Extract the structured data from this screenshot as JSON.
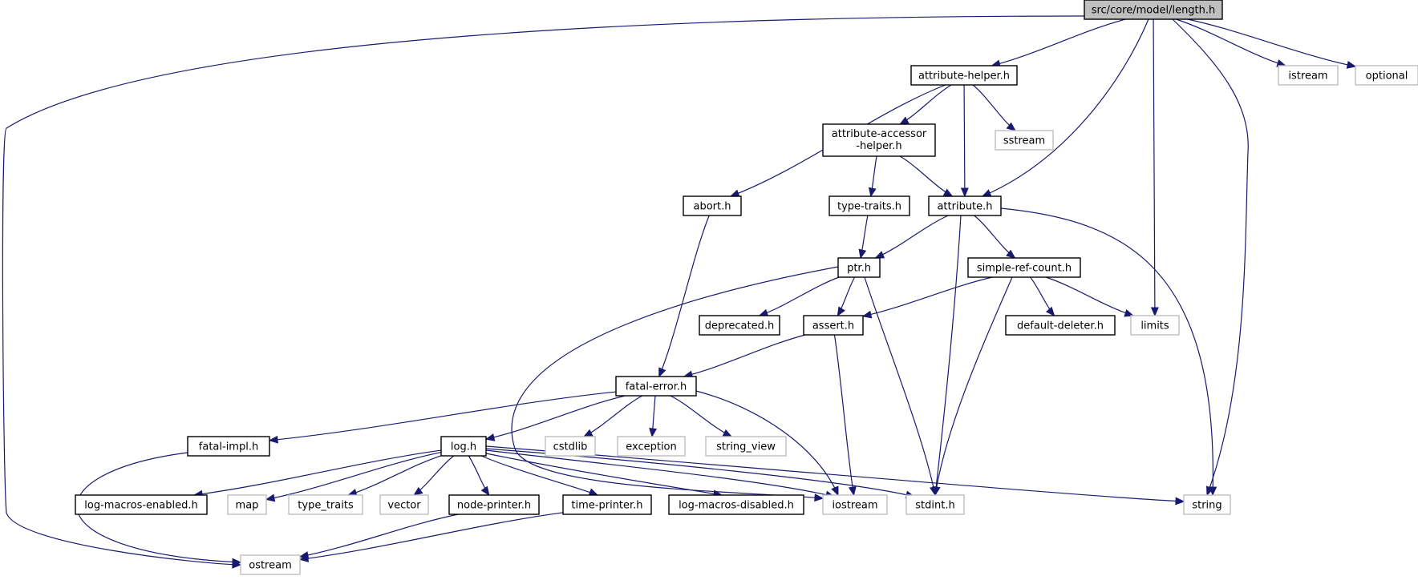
{
  "nodes": [
    {
      "id": "length_h",
      "label": "src/core/model/length.h",
      "kind": "root"
    },
    {
      "id": "attribute_helper_h",
      "label": "attribute-helper.h",
      "kind": "header"
    },
    {
      "id": "istream",
      "label": "istream",
      "kind": "system"
    },
    {
      "id": "optional",
      "label": "optional",
      "kind": "system"
    },
    {
      "id": "attribute_accessor_helper_h",
      "label": "attribute-accessor\n-helper.h",
      "kind": "header"
    },
    {
      "id": "sstream",
      "label": "sstream",
      "kind": "system"
    },
    {
      "id": "abort_h",
      "label": "abort.h",
      "kind": "header"
    },
    {
      "id": "type_traits_h",
      "label": "type-traits.h",
      "kind": "header"
    },
    {
      "id": "attribute_h",
      "label": "attribute.h",
      "kind": "header"
    },
    {
      "id": "ptr_h",
      "label": "ptr.h",
      "kind": "header"
    },
    {
      "id": "simple_ref_count_h",
      "label": "simple-ref-count.h",
      "kind": "header"
    },
    {
      "id": "deprecated_h",
      "label": "deprecated.h",
      "kind": "header"
    },
    {
      "id": "assert_h",
      "label": "assert.h",
      "kind": "header"
    },
    {
      "id": "default_deleter_h",
      "label": "default-deleter.h",
      "kind": "header"
    },
    {
      "id": "limits",
      "label": "limits",
      "kind": "system"
    },
    {
      "id": "fatal_error_h",
      "label": "fatal-error.h",
      "kind": "header"
    },
    {
      "id": "fatal_impl_h",
      "label": "fatal-impl.h",
      "kind": "header"
    },
    {
      "id": "log_h",
      "label": "log.h",
      "kind": "header"
    },
    {
      "id": "cstdlib",
      "label": "cstdlib",
      "kind": "system"
    },
    {
      "id": "exception",
      "label": "exception",
      "kind": "system"
    },
    {
      "id": "string_view",
      "label": "string_view",
      "kind": "system"
    },
    {
      "id": "log_macros_enabled_h",
      "label": "log-macros-enabled.h",
      "kind": "header"
    },
    {
      "id": "map",
      "label": "map",
      "kind": "system"
    },
    {
      "id": "type_traits",
      "label": "type_traits",
      "kind": "system"
    },
    {
      "id": "vector",
      "label": "vector",
      "kind": "system"
    },
    {
      "id": "node_printer_h",
      "label": "node-printer.h",
      "kind": "header"
    },
    {
      "id": "time_printer_h",
      "label": "time-printer.h",
      "kind": "header"
    },
    {
      "id": "log_macros_disabled_h",
      "label": "log-macros-disabled.h",
      "kind": "header"
    },
    {
      "id": "iostream",
      "label": "iostream",
      "kind": "system"
    },
    {
      "id": "stdint_h",
      "label": "stdint.h",
      "kind": "system"
    },
    {
      "id": "string",
      "label": "string",
      "kind": "system"
    },
    {
      "id": "ostream",
      "label": "ostream",
      "kind": "system"
    }
  ],
  "edges": [
    [
      "length_h",
      "attribute_helper_h"
    ],
    [
      "length_h",
      "attribute_h"
    ],
    [
      "length_h",
      "limits"
    ],
    [
      "length_h",
      "string"
    ],
    [
      "length_h",
      "istream"
    ],
    [
      "length_h",
      "optional"
    ],
    [
      "length_h",
      "ostream"
    ],
    [
      "attribute_helper_h",
      "abort_h"
    ],
    [
      "attribute_helper_h",
      "attribute_accessor_helper_h"
    ],
    [
      "attribute_helper_h",
      "attribute_h"
    ],
    [
      "attribute_helper_h",
      "sstream"
    ],
    [
      "attribute_accessor_helper_h",
      "type_traits_h"
    ],
    [
      "attribute_accessor_helper_h",
      "attribute_h"
    ],
    [
      "abort_h",
      "fatal_error_h"
    ],
    [
      "type_traits_h",
      "ptr_h"
    ],
    [
      "attribute_h",
      "ptr_h"
    ],
    [
      "attribute_h",
      "stdint_h"
    ],
    [
      "attribute_h",
      "simple_ref_count_h"
    ],
    [
      "attribute_h",
      "string"
    ],
    [
      "ptr_h",
      "deprecated_h"
    ],
    [
      "ptr_h",
      "assert_h"
    ],
    [
      "ptr_h",
      "stdint_h"
    ],
    [
      "ptr_h",
      "iostream"
    ],
    [
      "simple_ref_count_h",
      "assert_h"
    ],
    [
      "simple_ref_count_h",
      "stdint_h"
    ],
    [
      "simple_ref_count_h",
      "default_deleter_h"
    ],
    [
      "simple_ref_count_h",
      "limits"
    ],
    [
      "assert_h",
      "fatal_error_h"
    ],
    [
      "assert_h",
      "iostream"
    ],
    [
      "fatal_error_h",
      "fatal_impl_h"
    ],
    [
      "fatal_error_h",
      "log_h"
    ],
    [
      "fatal_error_h",
      "cstdlib"
    ],
    [
      "fatal_error_h",
      "exception"
    ],
    [
      "fatal_error_h",
      "string_view"
    ],
    [
      "fatal_error_h",
      "iostream"
    ],
    [
      "fatal_impl_h",
      "ostream"
    ],
    [
      "log_h",
      "log_macros_enabled_h"
    ],
    [
      "log_h",
      "map"
    ],
    [
      "log_h",
      "type_traits"
    ],
    [
      "log_h",
      "vector"
    ],
    [
      "log_h",
      "node_printer_h"
    ],
    [
      "log_h",
      "time_printer_h"
    ],
    [
      "log_h",
      "log_macros_disabled_h"
    ],
    [
      "log_h",
      "iostream"
    ],
    [
      "log_h",
      "stdint_h"
    ],
    [
      "log_h",
      "string"
    ],
    [
      "node_printer_h",
      "ostream"
    ],
    [
      "time_printer_h",
      "ostream"
    ]
  ],
  "colors": {
    "edge": "#191970",
    "root_fill": "#bfbfbf",
    "header_border": "#000000",
    "system_border": "#bfbfbf"
  }
}
